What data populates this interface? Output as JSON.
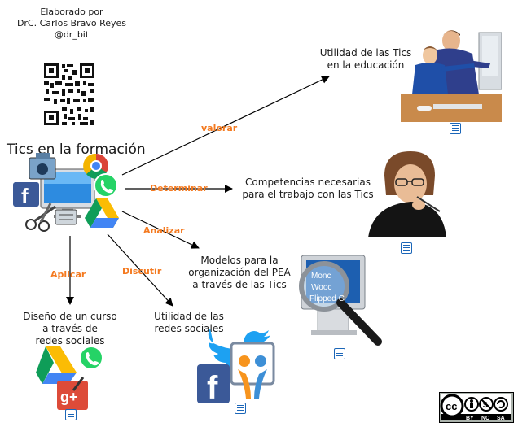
{
  "credit": {
    "line1": "Elaborado por",
    "line2": "DrC. Carlos Bravo Reyes",
    "line3": "@dr_bit"
  },
  "title": "Tics en la formación",
  "edges": {
    "valorar": "valorar",
    "determinar": "Determinar",
    "analizar": "Analizar",
    "discutir": "Discutir",
    "aplicar": "Aplicar"
  },
  "nodes": {
    "utilidad_educacion": [
      "Utilidad de las Tics",
      "en la educación"
    ],
    "competencias": [
      "Competencias necesarias",
      "para el trabajo con las Tics"
    ],
    "modelos": [
      "Modelos para la",
      "organización del PEA",
      "a través de las Tics"
    ],
    "utilidad_redes": [
      "Utilidad de las",
      "redes sociales"
    ],
    "diseno": [
      "Diseño de un curso",
      "a través de",
      "redes sociales"
    ]
  },
  "magnifier_text": [
    "Monc",
    "Wooc",
    "Flipped C"
  ],
  "license": {
    "cc": "cc",
    "by": "BY",
    "nc": "NC",
    "sa": "SA"
  },
  "colors": {
    "edge_label": "#f47a20",
    "arrow": "#000000",
    "note_icon": "#1b66b8"
  },
  "icons": [
    "qr-code-icon",
    "facebook-icon",
    "chrome-icon",
    "whatsapp-icon",
    "google-drive-icon",
    "twitter-icon",
    "slideshare-icon",
    "google-plus-icon",
    "magnifier-icon",
    "monitor-icon",
    "note-icon",
    "cc-license-badge"
  ]
}
